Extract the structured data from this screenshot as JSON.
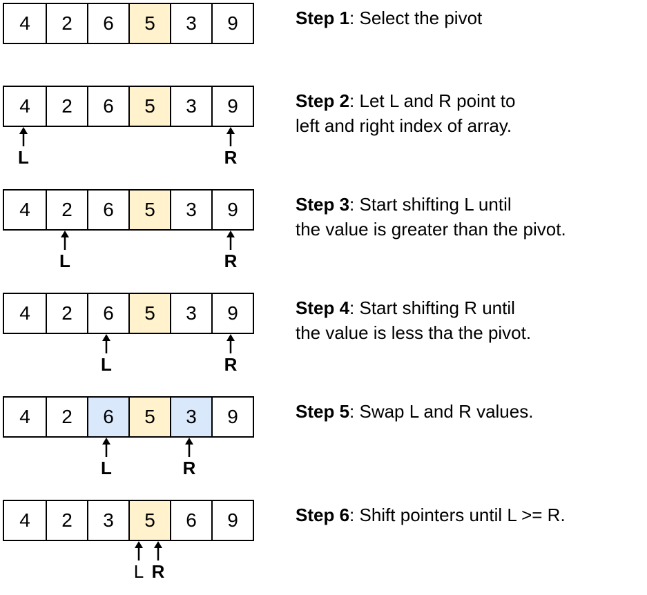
{
  "colors": {
    "pivot": "#fff2cc",
    "swap": "#dae8fc",
    "border": "#000000"
  },
  "rows": [
    {
      "values": [
        "4",
        "2",
        "6",
        "5",
        "3",
        "9"
      ],
      "step_label": "Step 1",
      "step_text": ": Select the pivot",
      "step_text2": ""
    },
    {
      "values": [
        "4",
        "2",
        "6",
        "5",
        "3",
        "9"
      ],
      "step_label": "Step 2",
      "step_text": ": Let L and R point to",
      "step_text2": "left and right index of array.",
      "L": "L",
      "R": "R"
    },
    {
      "values": [
        "4",
        "2",
        "6",
        "5",
        "3",
        "9"
      ],
      "step_label": "Step 3",
      "step_text": ": Start shifting L until",
      "step_text2": "the value is greater than the pivot.",
      "L": "L",
      "R": "R"
    },
    {
      "values": [
        "4",
        "2",
        "6",
        "5",
        "3",
        "9"
      ],
      "step_label": "Step 4",
      "step_text": ": Start shifting R until",
      "step_text2": "the value is less tha the pivot.",
      "L": "L",
      "R": "R"
    },
    {
      "values": [
        "4",
        "2",
        "6",
        "5",
        "3",
        "9"
      ],
      "step_label": "Step 5",
      "step_text": ": Swap L and R values.",
      "step_text2": "",
      "L": "L",
      "R": "R"
    },
    {
      "values": [
        "4",
        "2",
        "3",
        "5",
        "6",
        "9"
      ],
      "step_label": "Step 6",
      "step_text": ": Shift pointers until L >= R.",
      "step_text2": "",
      "L": "L",
      "R": "R"
    }
  ]
}
